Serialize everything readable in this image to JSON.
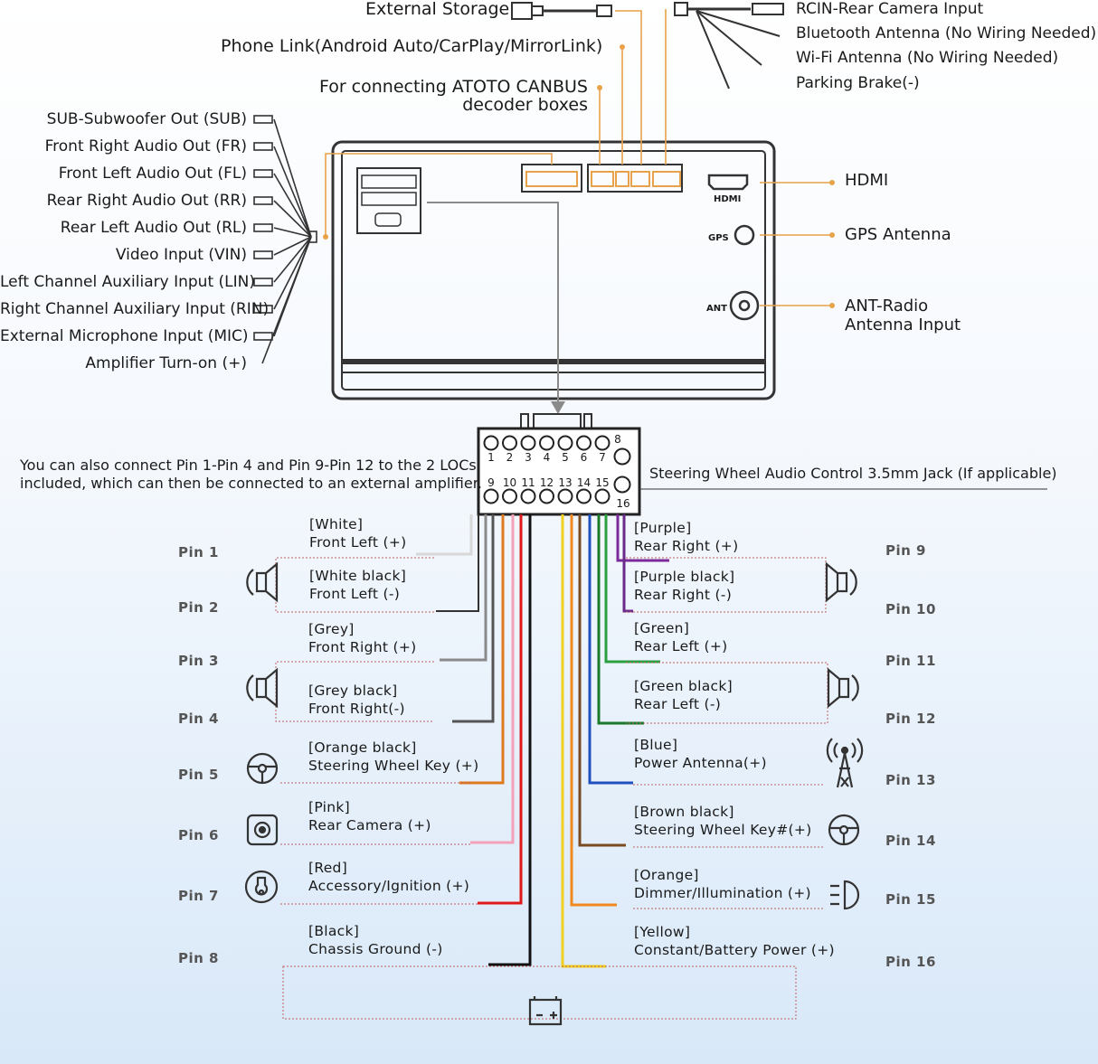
{
  "top": {
    "external_storage": "External Storage",
    "phone_link": "Phone Link(Android Auto/CarPlay/MirrorLink)",
    "canbus_line1": "For connecting ATOTO CANBUS",
    "canbus_line2": "decoder boxes",
    "rcin": "RCIN-Rear Camera Input",
    "bluetooth": "Bluetooth Antenna (No Wiring Needed)",
    "wifi": "Wi-Fi Antenna (No Wiring Needed)",
    "parking": "Parking Brake(-)"
  },
  "left_outputs": [
    "SUB-Subwoofer Out (SUB)",
    "Front Right Audio Out (FR)",
    "Front Left Audio Out (FL)",
    "Rear Right Audio Out (RR)",
    "Rear Left Audio Out (RL)",
    "Video Input (VIN)",
    "Left Channel Auxiliary Input (LIN)",
    "Right Channel Auxiliary Input (RIN)",
    "External Microphone Input (MIC)",
    "Amplifier Turn-on (+)"
  ],
  "right_ports": {
    "hdmi": "HDMI",
    "hdmi_small": "HDMI",
    "gps": "GPS Antenna",
    "gps_small": "GPS",
    "ant_line1": "ANT-Radio",
    "ant_line2": "Antenna Input",
    "ant_small": "ANT"
  },
  "connector": {
    "top_numbers": [
      "1",
      "2",
      "3",
      "4",
      "5",
      "6",
      "7"
    ],
    "top_end": "8",
    "bottom_numbers": [
      "9",
      "10",
      "11",
      "12",
      "13",
      "14",
      "15"
    ],
    "bottom_end": "16"
  },
  "notes": {
    "loc_line1": "You can also connect Pin 1-Pin 4 and Pin 9-Pin 12 to the 2 LOCs",
    "loc_line2": "included, which can then be connected to an external amplifier.",
    "steering_jack": "Steering Wheel Audio Control 3.5mm Jack (If applicable)"
  },
  "pins_left": [
    {
      "pin": "Pin 1",
      "color_name": "[White]",
      "func": "Front Left (+)",
      "wire": "#d8d8d8"
    },
    {
      "pin": "Pin 2",
      "color_name": "[White black]",
      "func": "Front Left (-)",
      "wire": "#333333"
    },
    {
      "pin": "Pin 3",
      "color_name": "[Grey]",
      "func": "Front Right (+)",
      "wire": "#8a8a8a"
    },
    {
      "pin": "Pin 4",
      "color_name": "[Grey black]",
      "func": "Front Right(-)",
      "wire": "#555555"
    },
    {
      "pin": "Pin 5",
      "color_name": "[Orange black]",
      "func": "Steering Wheel Key (+)",
      "wire": "#e07a1f"
    },
    {
      "pin": "Pin 6",
      "color_name": "[Pink]",
      "func": "Rear Camera (+)",
      "wire": "#f4a0b8"
    },
    {
      "pin": "Pin 7",
      "color_name": "[Red]",
      "func": "Accessory/Ignition (+)",
      "wire": "#e01818"
    },
    {
      "pin": "Pin 8",
      "color_name": "[Black]",
      "func": "Chassis Ground (-)",
      "wire": "#111111"
    }
  ],
  "pins_right": [
    {
      "pin": "Pin 9",
      "color_name": "[Purple]",
      "func": "Rear Right (+)",
      "wire": "#7a2a9a"
    },
    {
      "pin": "Pin 10",
      "color_name": "[Purple black]",
      "func": "Rear Right (-)",
      "wire": "#6a2a8a"
    },
    {
      "pin": "Pin 11",
      "color_name": "[Green]",
      "func": "Rear Left (+)",
      "wire": "#2aa040"
    },
    {
      "pin": "Pin 12",
      "color_name": "[Green black]",
      "func": "Rear Left (-)",
      "wire": "#1a7a2a"
    },
    {
      "pin": "Pin 13",
      "color_name": "[Blue]",
      "func": "Power Antenna(+)",
      "wire": "#2050c0"
    },
    {
      "pin": "Pin 14",
      "color_name": "[Brown black]",
      "func": "Steering Wheel Key#(+)",
      "wire": "#7a4a20"
    },
    {
      "pin": "Pin 15",
      "color_name": "[Orange]",
      "func": "Dimmer/Illumination (+)",
      "wire": "#f08a20"
    },
    {
      "pin": "Pin 16",
      "color_name": "[Yellow]",
      "func": "Constant/Battery Power (+)",
      "wire": "#f0d020"
    }
  ],
  "colors": {
    "accent_orange": "#e8a24a",
    "outline": "#333333"
  }
}
